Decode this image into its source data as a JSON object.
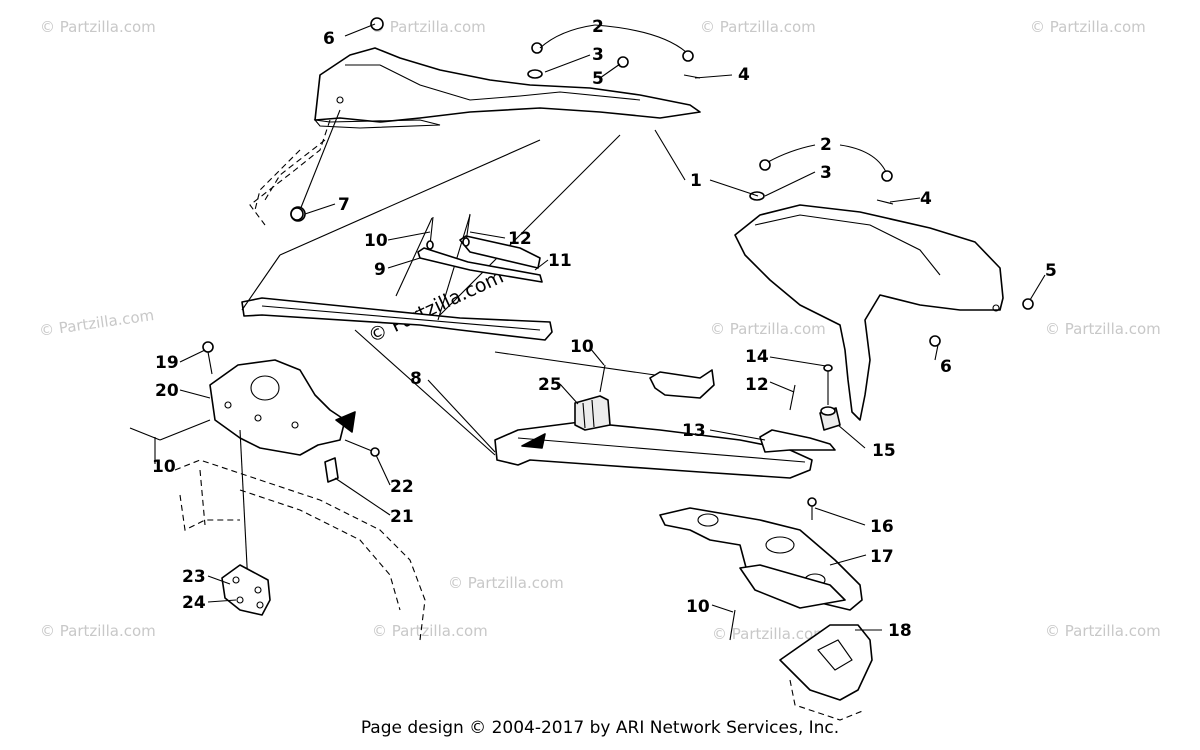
{
  "footer": {
    "copyright": "Page design © 2004-2017 by ARI Network Services, Inc."
  },
  "watermark": {
    "text": "© Partzilla.com",
    "center_text": "© Partzilla.com"
  },
  "callouts": [
    {
      "id": "c6a",
      "label": "6"
    },
    {
      "id": "c2a",
      "label": "2"
    },
    {
      "id": "c3a",
      "label": "3"
    },
    {
      "id": "c5a",
      "label": "5"
    },
    {
      "id": "c4a",
      "label": "4"
    },
    {
      "id": "c1",
      "label": "1"
    },
    {
      "id": "c2b",
      "label": "2"
    },
    {
      "id": "c3b",
      "label": "3"
    },
    {
      "id": "c4b",
      "label": "4"
    },
    {
      "id": "c7",
      "label": "7"
    },
    {
      "id": "c10a",
      "label": "10"
    },
    {
      "id": "c12a",
      "label": "12"
    },
    {
      "id": "c9",
      "label": "9"
    },
    {
      "id": "c11",
      "label": "11"
    },
    {
      "id": "c5b",
      "label": "5"
    },
    {
      "id": "c6b",
      "label": "6"
    },
    {
      "id": "c10b",
      "label": "10"
    },
    {
      "id": "c14",
      "label": "14"
    },
    {
      "id": "c19",
      "label": "19"
    },
    {
      "id": "c20",
      "label": "20"
    },
    {
      "id": "c8",
      "label": "8"
    },
    {
      "id": "c25",
      "label": "25"
    },
    {
      "id": "c12b",
      "label": "12"
    },
    {
      "id": "c13",
      "label": "13"
    },
    {
      "id": "c15",
      "label": "15"
    },
    {
      "id": "c10c",
      "label": "10"
    },
    {
      "id": "c22",
      "label": "22"
    },
    {
      "id": "c21",
      "label": "21"
    },
    {
      "id": "c16",
      "label": "16"
    },
    {
      "id": "c17",
      "label": "17"
    },
    {
      "id": "c23",
      "label": "23"
    },
    {
      "id": "c24",
      "label": "24"
    },
    {
      "id": "c10d",
      "label": "10"
    },
    {
      "id": "c18",
      "label": "18"
    }
  ]
}
